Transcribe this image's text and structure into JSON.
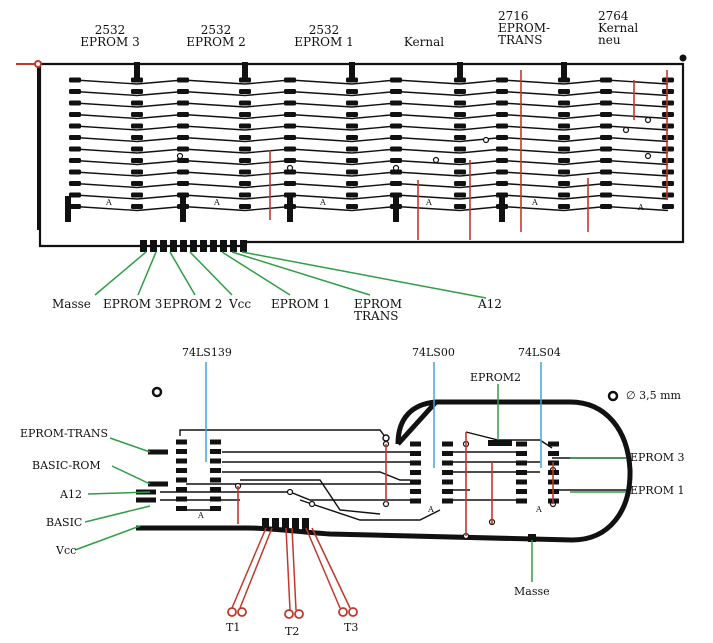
{
  "top_board": {
    "chip_labels": [
      {
        "line1": "2532",
        "line2": "EPROM 3"
      },
      {
        "line1": "2532",
        "line2": "EPROM 2"
      },
      {
        "line1": "2532",
        "line2": "EPROM 1"
      },
      {
        "line1": "",
        "line2": "Kernal"
      },
      {
        "line1": "2716",
        "line2": "EPROM-",
        "line3": "TRANS"
      },
      {
        "line1": "2764",
        "line2": "Kernal",
        "line3": "neu"
      }
    ],
    "bottom_labels": {
      "masse": "Masse",
      "eprom3": "EPROM 3",
      "eprom2": "EPROM 2",
      "vcc": "Vcc",
      "eprom1": "EPROM 1",
      "eprom_trans_1": "EPROM",
      "eprom_trans_2": "TRANS",
      "a12": "A12"
    }
  },
  "bottom_board": {
    "chip_74ls139": "74LS139",
    "chip_74ls00": "74LS00",
    "chip_74ls04": "74LS04",
    "eprom2": "EPROM2",
    "hole_size": "∅ 3,5 mm",
    "left_labels": {
      "eprom_trans": "EPROM-TRANS",
      "basic_rom": "BASIC-ROM",
      "a12": "A12",
      "basic": "BASIC",
      "vcc": "Vcc"
    },
    "right_labels": {
      "eprom3": "EPROM 3",
      "eprom1": "EPROM 1"
    },
    "masse": "Masse",
    "t1": "T1",
    "t2": "T2",
    "t3": "T3",
    "pin_marker": "A"
  },
  "colors": {
    "trace": "#111111",
    "wire_red": "#c0392b",
    "leader_green": "#2e9e44",
    "leader_blue": "#3ba7d8"
  }
}
